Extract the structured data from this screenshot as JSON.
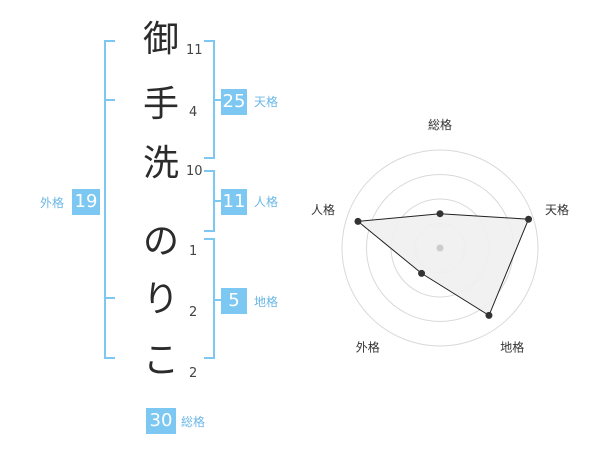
{
  "name": {
    "surname": [
      {
        "char": "御",
        "strokes": "11"
      },
      {
        "char": "手",
        "strokes": "4"
      },
      {
        "char": "洗",
        "strokes": "10"
      }
    ],
    "given": [
      {
        "char": "の",
        "strokes": "1"
      },
      {
        "char": "り",
        "strokes": "2"
      },
      {
        "char": "こ",
        "strokes": "2"
      }
    ]
  },
  "kakusu": {
    "tenkaku": {
      "value": "25",
      "label": "天格"
    },
    "jinkaku": {
      "value": "11",
      "label": "人格"
    },
    "chikaku": {
      "value": "5",
      "label": "地格"
    },
    "gaikaku": {
      "value": "19",
      "label": "外格"
    },
    "soukaku": {
      "value": "30",
      "label": "総格"
    }
  },
  "colors": {
    "accent": "#7cc8f2",
    "caption": "#6ab7e6",
    "radar_fill": "#f0f0f0",
    "radar_stroke": "#222222"
  },
  "chart_data": {
    "type": "radar",
    "axes": [
      "総格",
      "天格",
      "地格",
      "外格",
      "人格"
    ],
    "values": [
      0.35,
      0.95,
      0.85,
      0.32,
      0.88
    ],
    "range": [
      0,
      1
    ],
    "rings": 4
  }
}
